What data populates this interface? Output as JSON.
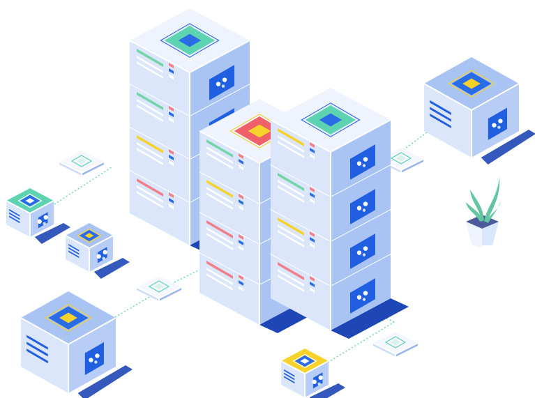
{
  "illustration": {
    "type": "isometric-server-network",
    "colors": {
      "background": "#ffffff",
      "top_face": "#eef3fd",
      "left_face": "#dbe6fb",
      "right_face": "#a9c3f3",
      "edge": "#ffffff",
      "shadow": "#1e46b4",
      "panel": "#1f5fe0",
      "chip_teal": "#5ed3b1",
      "chip_blue": "#2a6be6",
      "chip_red": "#f0606a",
      "chip_yellow": "#f6d22a",
      "slot_green": "#72d5a6",
      "slot_yellow": "#f6d22a",
      "slot_red": "#f27e87",
      "connector": "#5ed3b1",
      "plant_leaf": "#62c7a0",
      "pot": "#d9e6fb"
    },
    "server_towers": [
      {
        "name": "left-tower",
        "units": 4,
        "top_chip": "teal-blue",
        "slot_colors": [
          "green",
          "green",
          "yellow",
          "red"
        ]
      },
      {
        "name": "middle-tower",
        "units": 4,
        "top_chip": "red-yellow",
        "slot_colors": [
          "green",
          "yellow",
          "red",
          "red"
        ]
      },
      {
        "name": "right-tower",
        "units": 4,
        "top_chip": "teal-blue",
        "slot_colors": [
          "yellow",
          "green",
          "yellow",
          "red"
        ]
      }
    ],
    "nodes": [
      {
        "name": "node-top-right",
        "top_chip": "blue-yellow"
      },
      {
        "name": "node-left-teal",
        "top_chip": "teal-blue"
      },
      {
        "name": "node-left-small",
        "top_chip": "blue-yellow"
      },
      {
        "name": "node-bottom-left",
        "top_chip": "blue-yellow"
      },
      {
        "name": "node-bottom-center",
        "top_chip": "yellow-blue"
      }
    ],
    "icons": [
      "chip-tile-icon",
      "plant-icon",
      "connection-line"
    ]
  }
}
